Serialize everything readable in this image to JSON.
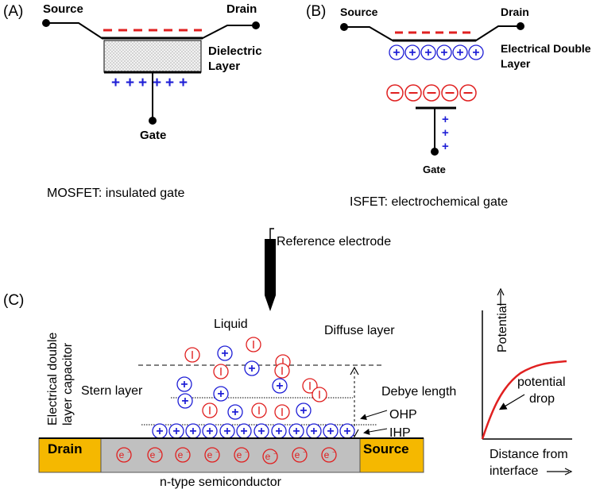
{
  "panel_a": {
    "letter": "(A)",
    "source": "Source",
    "drain": "Drain",
    "dielectric_1": "Dielectric",
    "dielectric_2": "Layer",
    "gate": "Gate",
    "caption": "MOSFET: insulated gate"
  },
  "panel_b": {
    "letter": "(B)",
    "source": "Source",
    "drain": "Drain",
    "edl_1": "Electrical Double",
    "edl_2": "Layer",
    "gate": "Gate",
    "caption": "ISFET: electrochemical gate"
  },
  "panel_c": {
    "letter": "(C)",
    "reference": "Reference electrode",
    "liquid": "Liquid",
    "diffuse": "Diffuse layer",
    "edl_cap_1": "Electrical double",
    "edl_cap_2": "layer capacitor",
    "stern": "Stern layer",
    "debye": "Debye length",
    "ohp": "OHP",
    "ihp": "IHP",
    "drain": "Drain",
    "source": "Source",
    "semiconductor": "n-type semiconductor",
    "potential": "Potential",
    "potential_drop_1": "potential",
    "potential_drop_2": "drop",
    "distance_1": "Distance from",
    "distance_2": "interface"
  },
  "symbols": {
    "plus": "+",
    "minus": "−",
    "electron": "e",
    "electron_sup": "−"
  },
  "colors": {
    "positive": "#1f1fd6",
    "negative": "#e02020",
    "contact": "#f5b800",
    "semiconductor": "#c0c0c0",
    "curve": "#e02020"
  }
}
